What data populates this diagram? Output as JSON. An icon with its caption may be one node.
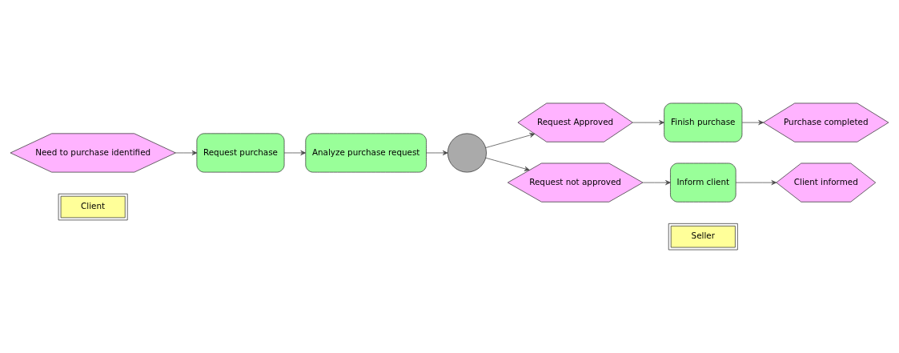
{
  "diagram": {
    "nodes": [
      {
        "text": [
          "Client"
        ]
      },
      {
        "text": [
          "Seller"
        ]
      },
      {
        "text": [
          "Need to purchase identified"
        ]
      },
      {
        "text": [
          "Request purchase"
        ]
      },
      {
        "text": [
          "Analyze purchase request"
        ]
      },
      {
        "text": [],
        "shape": "circle"
      },
      {
        "text": [
          "Request Approved"
        ]
      },
      {
        "text": [
          "Finish purchase"
        ]
      },
      {
        "text": [
          "Purchase completed"
        ]
      },
      {
        "text": [
          "Request not approved"
        ]
      },
      {
        "text": [
          "Inform client"
        ]
      },
      {
        "text": [
          "Client informed"
        ]
      }
    ],
    "edges": [
      {
        "from": 2,
        "to": 3,
        "arrow": "to"
      },
      {
        "from": 3,
        "to": 4,
        "arrow": "to"
      },
      {
        "from": 4,
        "to": 5,
        "arrow": "to"
      },
      {
        "from": 5,
        "to": 6,
        "arrow": "to"
      },
      {
        "from": 5,
        "to": 9,
        "arrow": "to"
      },
      {
        "from": 6,
        "to": 7,
        "arrow": "to"
      },
      {
        "from": 7,
        "to": 8,
        "arrow": "to"
      },
      {
        "from": 9,
        "to": 10,
        "arrow": "to"
      },
      {
        "from": 10,
        "to": 11,
        "arrow": "to"
      }
    ]
  }
}
